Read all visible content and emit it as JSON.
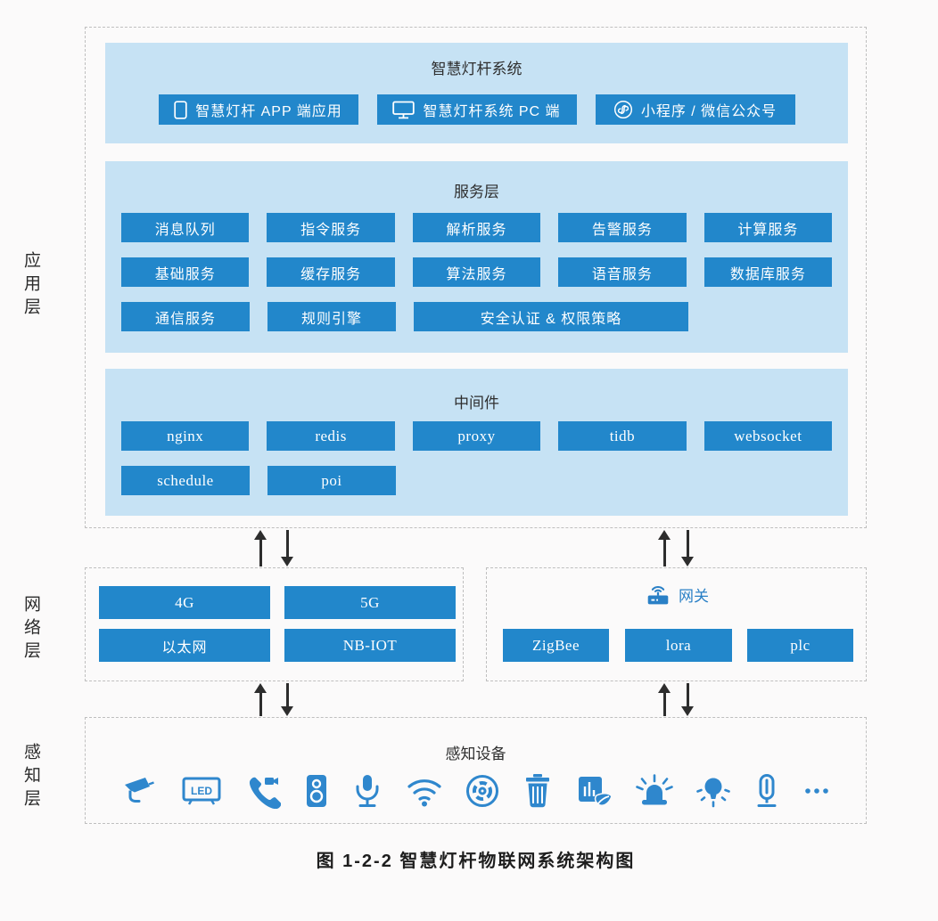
{
  "caption": "图 1-2-2  智慧灯杆物联网系统架构图",
  "colors": {
    "panel_background": "#c6e2f4",
    "button_background": "#2287cb",
    "button_text": "#ffffff",
    "gateway_text": "#2a80c6",
    "device_icon": "#2f87cd",
    "dashed_border": "#bfbfbf",
    "arrow": "#2d2d2d"
  },
  "layers": {
    "application": {
      "label": "应用层",
      "system_panel": {
        "title": "智慧灯杆系统",
        "buttons": [
          {
            "icon": "phone-icon",
            "label": "智慧灯杆 APP 端应用"
          },
          {
            "icon": "monitor-icon",
            "label": "智慧灯杆系统 PC 端"
          },
          {
            "icon": "miniprogram-icon",
            "label": "小程序 / 微信公众号"
          }
        ]
      },
      "service_panel": {
        "title": "服务层",
        "rows": [
          [
            "消息队列",
            "指令服务",
            "解析服务",
            "告警服务",
            "计算服务"
          ],
          [
            "基础服务",
            "缓存服务",
            "算法服务",
            "语音服务",
            "数据库服务"
          ],
          [
            "通信服务",
            "规则引擎",
            "安全认证 & 权限策略"
          ]
        ]
      },
      "middleware_panel": {
        "title": "中间件",
        "rows": [
          [
            "nginx",
            "redis",
            "proxy",
            "tidb",
            "websocket"
          ],
          [
            "schedule",
            "poi"
          ]
        ]
      }
    },
    "network": {
      "label": "网络层",
      "access_box": {
        "buttons": [
          "4G",
          "5G",
          "以太网",
          "NB-IOT"
        ]
      },
      "gateway_box": {
        "title": "网关",
        "buttons": [
          "ZigBee",
          "lora",
          "plc"
        ]
      }
    },
    "perception": {
      "label": "感知层",
      "title": "感知设备",
      "led_text": "LED",
      "devices": [
        "cctv-camera",
        "led-screen",
        "video-call",
        "speaker",
        "microphone",
        "wifi",
        "manhole-cover",
        "trash-bin",
        "environment-sensor",
        "alarm-light",
        "light-bulb",
        "charging-pile",
        "ellipsis"
      ]
    }
  }
}
